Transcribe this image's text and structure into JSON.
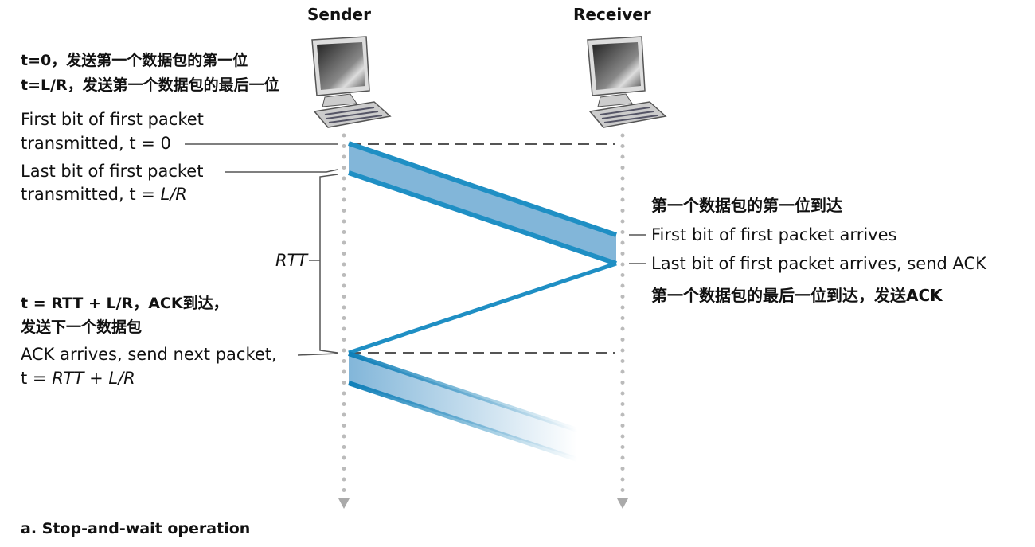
{
  "headers": {
    "sender": "Sender",
    "receiver": "Receiver"
  },
  "left": {
    "cn1": "t=0，发送第一个数据包的第一位",
    "cn2": "t=L/R，发送第一个数据包的最后一位",
    "first_bit_1": "First bit of first packet",
    "first_bit_2": "transmitted, t = 0",
    "last_bit_1": "Last bit of first packet",
    "last_bit_2": "transmitted, t = ",
    "last_bit_2_it": "L/R",
    "rtt": "RTT",
    "cn3": "t = RTT + L/R，ACK到达，",
    "cn4": "发送下一个数据包",
    "ack_1": "ACK arrives, send next packet,",
    "ack_2": "t = ",
    "ack_2_it": "RTT + L/R"
  },
  "right": {
    "cn1": "第一个数据包的第一位到达",
    "first_arrives": "First bit of first packet arrives",
    "last_arrives": "Last bit of first packet arrives, send ACK",
    "cn2": "第一个数据包的最后一位到达，发送ACK"
  },
  "caption": "a. Stop-and-wait operation",
  "colors": {
    "packet_fill": "#82b6d9",
    "packet_edge": "#1f8fc4",
    "dots": "#bbbbbb"
  }
}
